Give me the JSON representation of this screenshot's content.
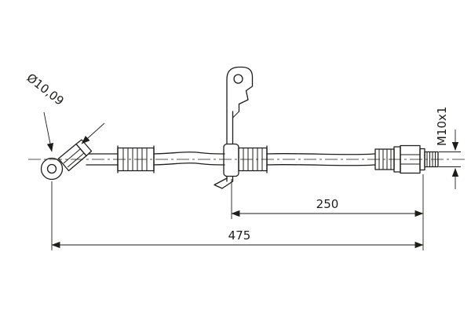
{
  "page": {
    "background": "#ffffff",
    "line_color": "#1d1d1b"
  },
  "diagram": {
    "type": "technical-drawing",
    "subject": "brake-hose-assembly",
    "labels": {
      "eye_diameter": "Ø10,09",
      "thread_spec": "M10x1"
    },
    "dimensions": {
      "bracket_to_end": "250",
      "overall_length": "475"
    }
  }
}
